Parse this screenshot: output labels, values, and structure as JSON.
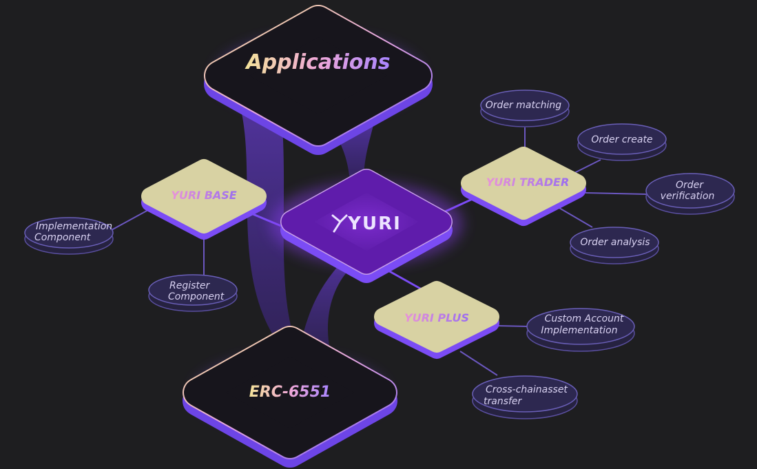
{
  "colors": {
    "background": "#1e1e20",
    "accent": "#7b4cf5",
    "pill": "#d8d2a3",
    "dark_node": "#17151c",
    "center_node": "#6b1fb3"
  },
  "icons": {
    "yuri_logo": "yuri-logo-icon"
  },
  "diagram": {
    "applications": "Applications",
    "erc": "ERC-6551",
    "center": "YURI",
    "yuri_base": "YURI BASE",
    "yuri_trader": "YURI TRADER",
    "yuri_plus": "YURI PLUS",
    "base_items": [
      "Implementation",
      "Component",
      "Register",
      "Component"
    ],
    "trader_items": [
      "Order matching",
      "Order create",
      "Order",
      "verification",
      "Order analysis"
    ],
    "plus_items": [
      "Custom Account",
      "Implementation",
      "Cross-chainasset",
      "transfer"
    ]
  }
}
